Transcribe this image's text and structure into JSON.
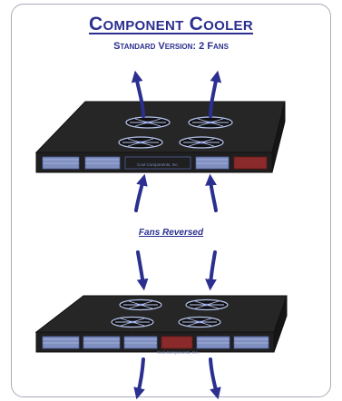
{
  "title": "Component Cooler",
  "subtitle": "Standard Version: 2 Fans",
  "middle_label": "Fans Reversed",
  "device_label_top": "Cool Components, Inc.",
  "device_label_bottom": "Cool Components, Inc.",
  "colors": {
    "accent": "#2b2f8f",
    "device_dark": "#262626",
    "slot_blue": "#7f8fc0",
    "slot_red": "#8a2a2a",
    "fan_blade": "#b7c5ef",
    "frame": "#a9acb8"
  }
}
